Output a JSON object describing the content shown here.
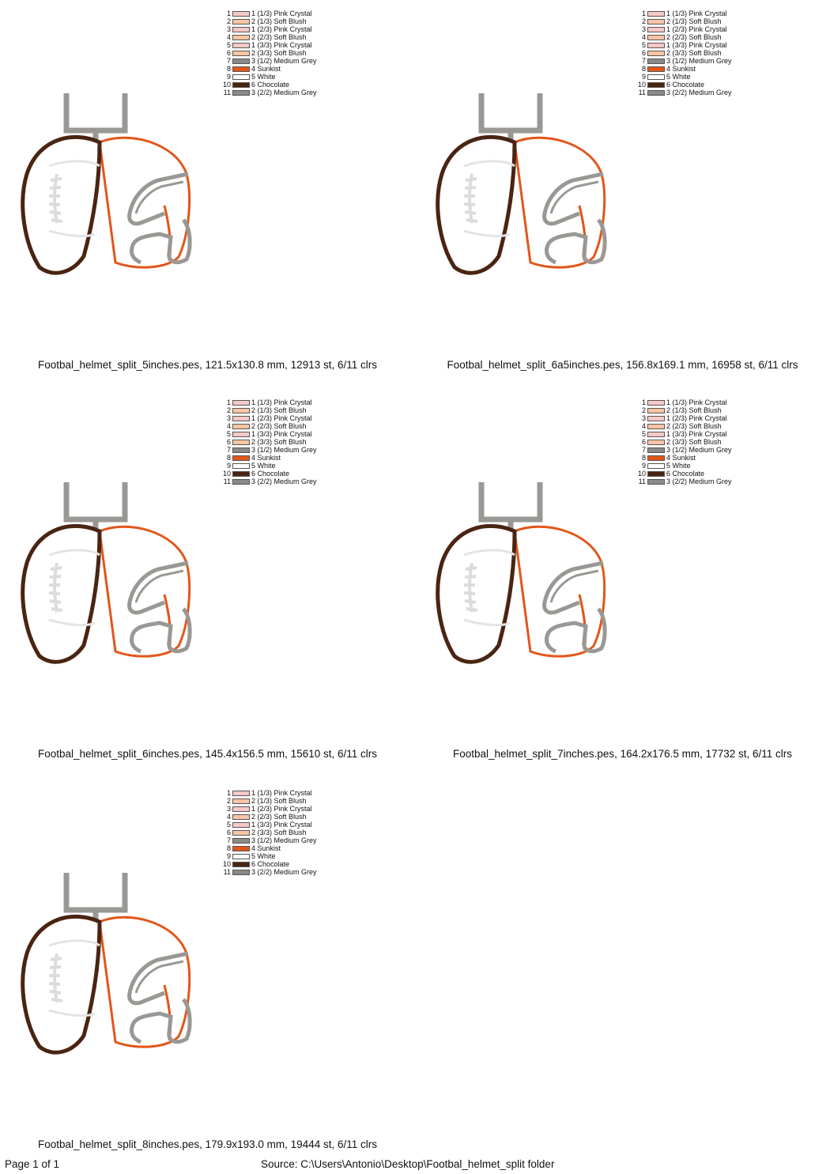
{
  "designs": [
    {
      "caption": "Footbal_helmet_split_5inches.pes, 121.5x130.8 mm, 12913 st, 6/11 clrs"
    },
    {
      "caption": "Footbal_helmet_split_6a5inches.pes, 156.8x169.1 mm, 16958 st, 6/11 clrs"
    },
    {
      "caption": "Footbal_helmet_split_6inches.pes, 145.4x156.5 mm, 15610 st, 6/11 clrs"
    },
    {
      "caption": "Footbal_helmet_split_7inches.pes, 164.2x176.5 mm, 17732 st, 6/11 clrs"
    },
    {
      "caption": "Footbal_helmet_split_8inches.pes, 179.9x193.0 mm, 19444 st, 6/11 clrs"
    }
  ],
  "thread_legend": [
    {
      "num": "1",
      "label": "1 (1/3) Pink Crystal",
      "color": "#f6c8c8"
    },
    {
      "num": "2",
      "label": "2 (1/3) Soft Blush",
      "color": "#f9c5a6"
    },
    {
      "num": "3",
      "label": "1 (2/3) Pink Crystal",
      "color": "#f6c8c8"
    },
    {
      "num": "4",
      "label": "2 (2/3) Soft Blush",
      "color": "#f9c5a6"
    },
    {
      "num": "5",
      "label": "1 (3/3) Pink Crystal",
      "color": "#f6c8c8"
    },
    {
      "num": "6",
      "label": "2 (3/3) Soft Blush",
      "color": "#f9c5a6"
    },
    {
      "num": "7",
      "label": "3 (1/2) Medium Grey",
      "color": "#8a8a88"
    },
    {
      "num": "8",
      "label": "4 Sunkist",
      "color": "#e2561a"
    },
    {
      "num": "9",
      "label": "5 White",
      "color": "#ffffff"
    },
    {
      "num": "10",
      "label": "6 Chocolate",
      "color": "#4a2412"
    },
    {
      "num": "11",
      "label": "3 (2/2) Medium Grey",
      "color": "#8a8a88"
    }
  ],
  "footer": {
    "page": "Page 1 of 1",
    "source": "Source: C:\\Users\\Antonio\\Desktop\\Footbal_helmet_split folder"
  },
  "colors": {
    "goalpost": "#9a9894",
    "ball_outline": "#4a2412",
    "ball_fill": "#ffffff",
    "laces": "#dcdcdc",
    "helmet_outline": "#e2561a",
    "facemask": "#9a9894"
  }
}
